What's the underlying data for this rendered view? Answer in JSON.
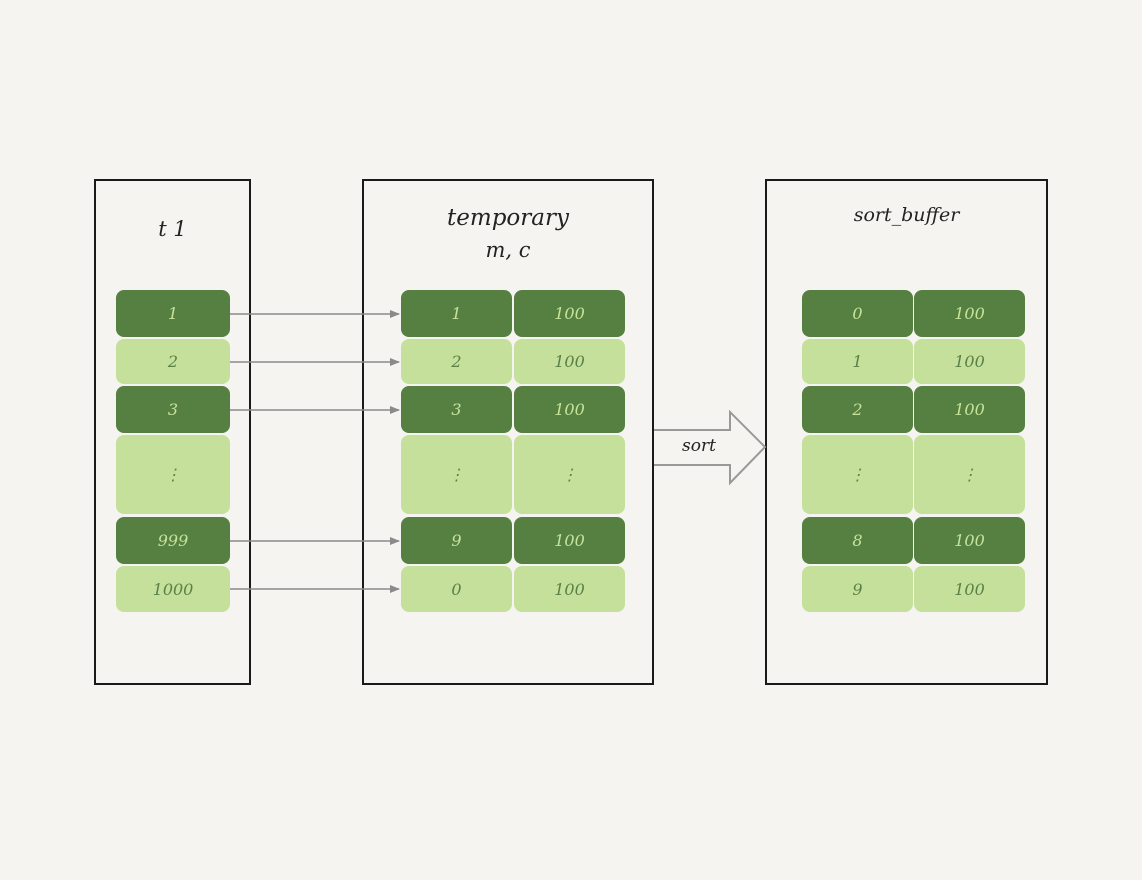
{
  "t1": {
    "title": "t 1",
    "rows": [
      "1",
      "2",
      "3",
      "⋮",
      "999",
      "1000"
    ]
  },
  "temporary": {
    "title": "temporary",
    "subtitle": "m, c",
    "rows": [
      {
        "m": "1",
        "c": "100"
      },
      {
        "m": "2",
        "c": "100"
      },
      {
        "m": "3",
        "c": "100"
      },
      {
        "m": "⋮",
        "c": "⋮"
      },
      {
        "m": "9",
        "c": "100"
      },
      {
        "m": "0",
        "c": "100"
      }
    ]
  },
  "sort_buffer": {
    "title": "sort_buffer",
    "rows": [
      {
        "m": "0",
        "c": "100"
      },
      {
        "m": "1",
        "c": "100"
      },
      {
        "m": "2",
        "c": "100"
      },
      {
        "m": "⋮",
        "c": "⋮"
      },
      {
        "m": "8",
        "c": "100"
      },
      {
        "m": "9",
        "c": "100"
      }
    ]
  },
  "sort_arrow": {
    "label": "sort"
  },
  "colors": {
    "dark_green": "#568042",
    "light_green": "#c5e09a",
    "arrow": "#8a8a8a"
  }
}
